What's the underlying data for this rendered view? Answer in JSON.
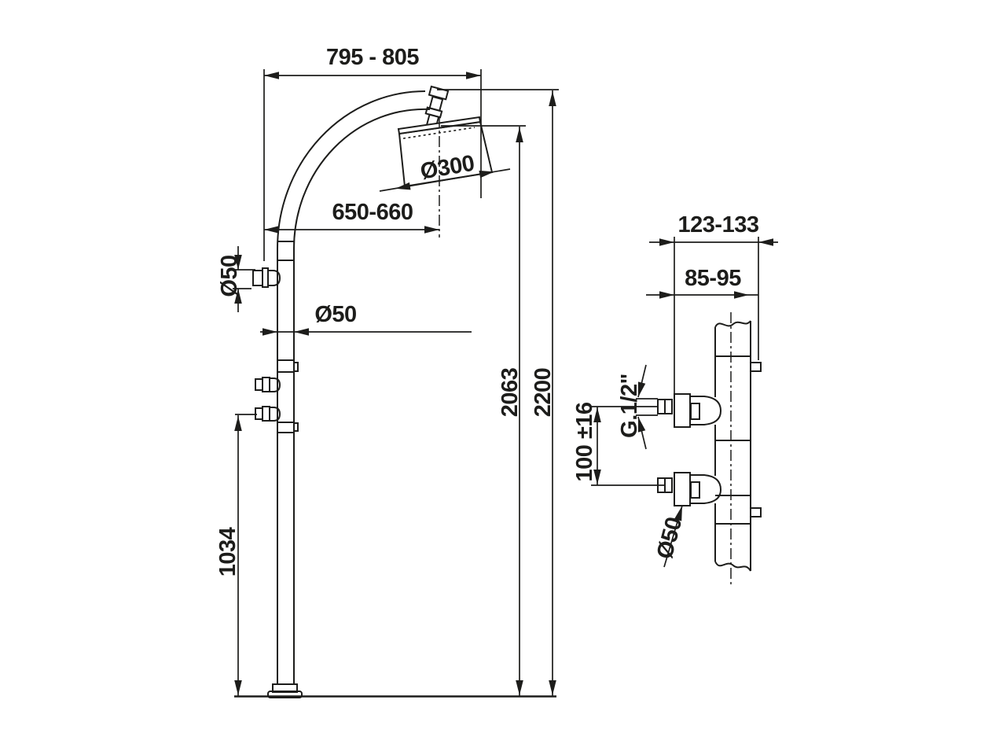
{
  "meta": {
    "title": "Shower column technical drawing",
    "background": "#ffffff",
    "line_color": "#1d1d1b"
  },
  "front_view": {
    "top_width": "795 - 805",
    "head_diameter": "Ø300",
    "head_offset": "650-660",
    "outlet_diameter": "Ø50",
    "column_diameter": "Ø50",
    "head_height": "2063",
    "total_height": "2200",
    "valve_height": "1034"
  },
  "side_view": {
    "total_depth": "123-133",
    "body_depth": "85-95",
    "thread_size": "G.1/2\"",
    "valve_spacing": "100 ±16",
    "body_diameter": "Ø50"
  }
}
